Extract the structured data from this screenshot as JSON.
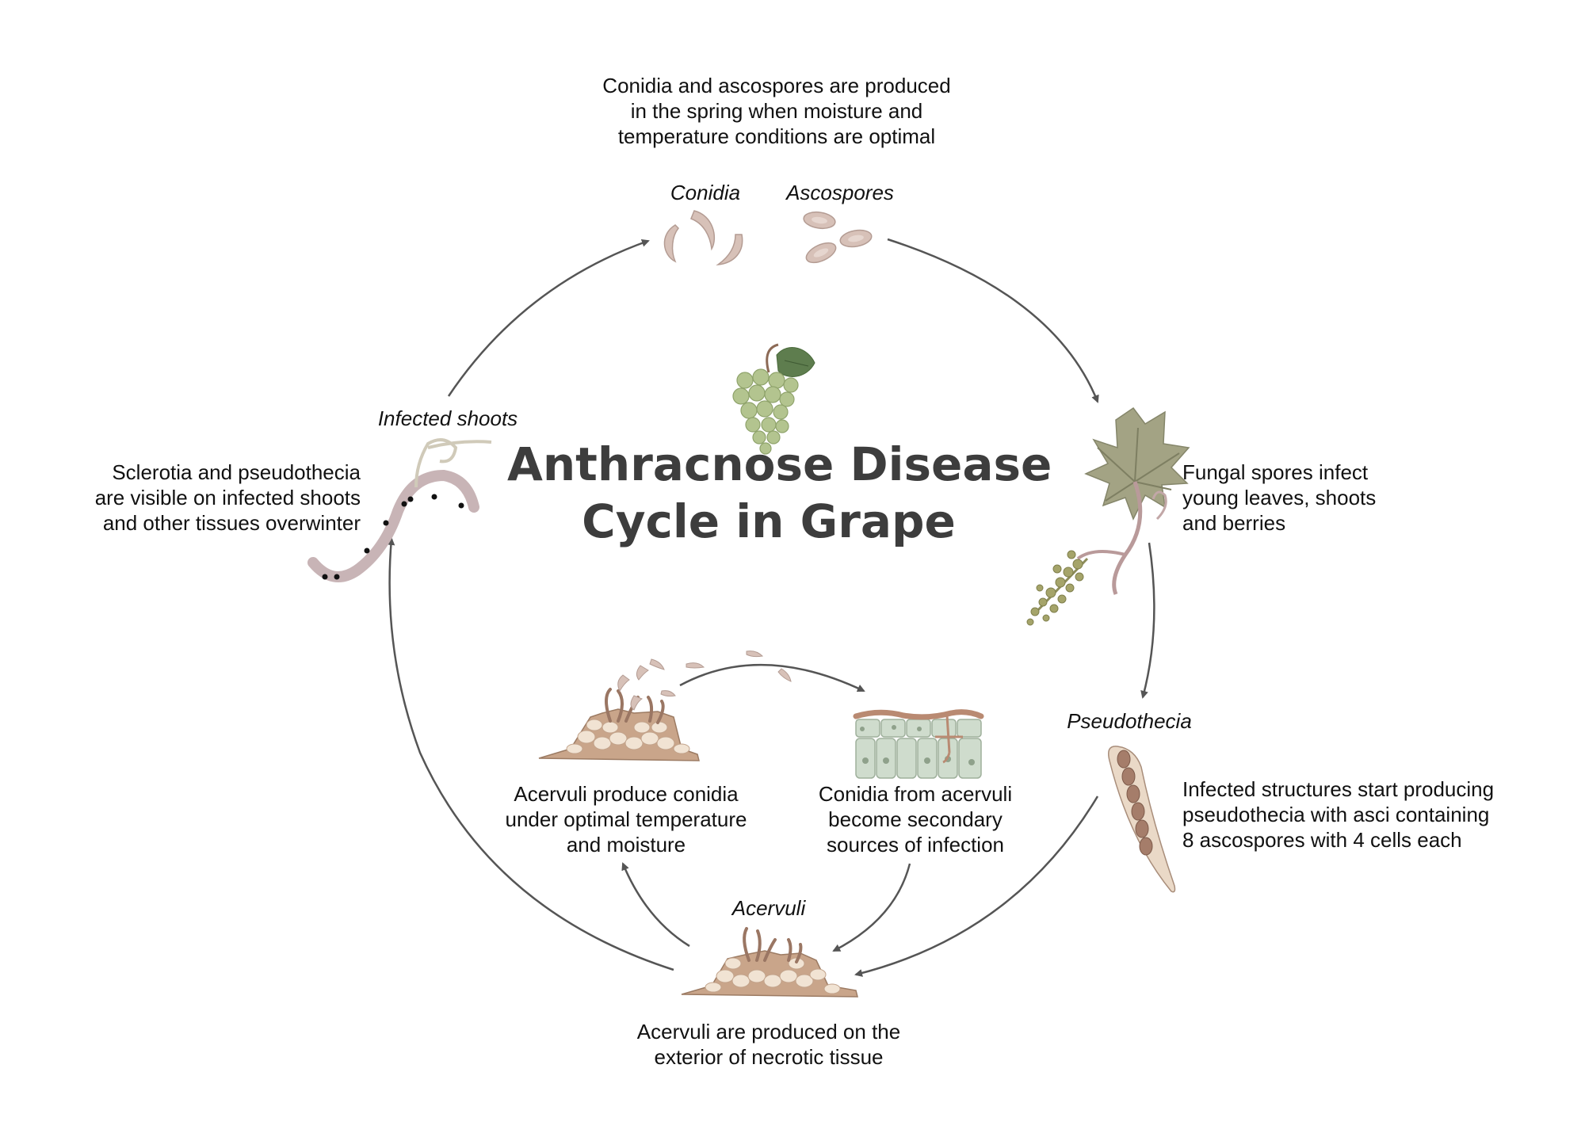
{
  "title": {
    "lines": [
      "Anthracnose Disease",
      "Cycle in Grape"
    ]
  },
  "labels": {
    "conidia": "Conidia",
    "ascospores": "Ascospores",
    "infected_shoots": "Infected shoots",
    "pseudothecia": "Pseudothecia",
    "acervuli": "Acervuli"
  },
  "captions": {
    "top": [
      "Conidia and ascospores are produced",
      "in the spring when moisture and",
      "temperature conditions are optimal"
    ],
    "right": [
      "Fungal spores infect",
      "young leaves, shoots",
      "and berries"
    ],
    "pseudothecia": [
      "Infected structures start producing",
      "pseudothecia with asci containing",
      "8 ascospores with 4 cells each"
    ],
    "bottom": [
      "Acervuli are produced on the",
      "exterior of necrotic tissue"
    ],
    "left": [
      "Sclerotia and pseudothecia",
      "are visible on infected shoots",
      "and other tissues overwinter"
    ],
    "inner_left": [
      "Acervuli produce conidia",
      "under optimal temperature",
      "and moisture"
    ],
    "inner_right": [
      "Conidia from acervuli",
      "become secondary",
      "sources of infection"
    ]
  },
  "colors": {
    "spore": "#d7c1b8",
    "leaf": "#a3a384",
    "grape": "#b3c48f",
    "tissue": "#c9a58a",
    "cells": "#cfdccd",
    "arrow": "#555555",
    "title": "#3d3d3d"
  }
}
